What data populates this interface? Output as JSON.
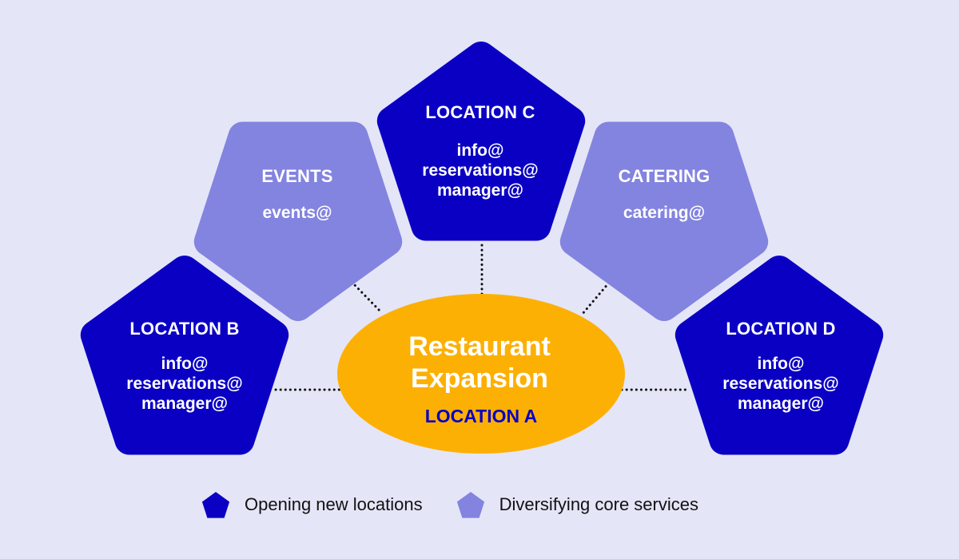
{
  "colors": {
    "background": "#e4e5f7",
    "new_location": "#0a00c4",
    "core_service": "#8383e0",
    "center": "#fdb004",
    "center_subtitle": "#0a00c4",
    "connector": "#111111"
  },
  "center": {
    "title_line1": "Restaurant",
    "title_line2": "Expansion",
    "subtitle": "LOCATION A"
  },
  "nodes": {
    "location_b": {
      "title": "LOCATION B",
      "emails": [
        "info@",
        "reservations@",
        "manager@"
      ],
      "category": "new_location"
    },
    "events": {
      "title": "EVENTS",
      "emails": [
        "events@"
      ],
      "category": "core_service"
    },
    "location_c": {
      "title": "LOCATION C",
      "emails": [
        "info@",
        "reservations@",
        "manager@"
      ],
      "category": "new_location"
    },
    "catering": {
      "title": "CATERING",
      "emails": [
        "catering@"
      ],
      "category": "core_service"
    },
    "location_d": {
      "title": "LOCATION D",
      "emails": [
        "info@",
        "reservations@",
        "manager@"
      ],
      "category": "new_location"
    }
  },
  "legend": {
    "new_location": "Opening new locations",
    "core_service": "Diversifying core services"
  }
}
